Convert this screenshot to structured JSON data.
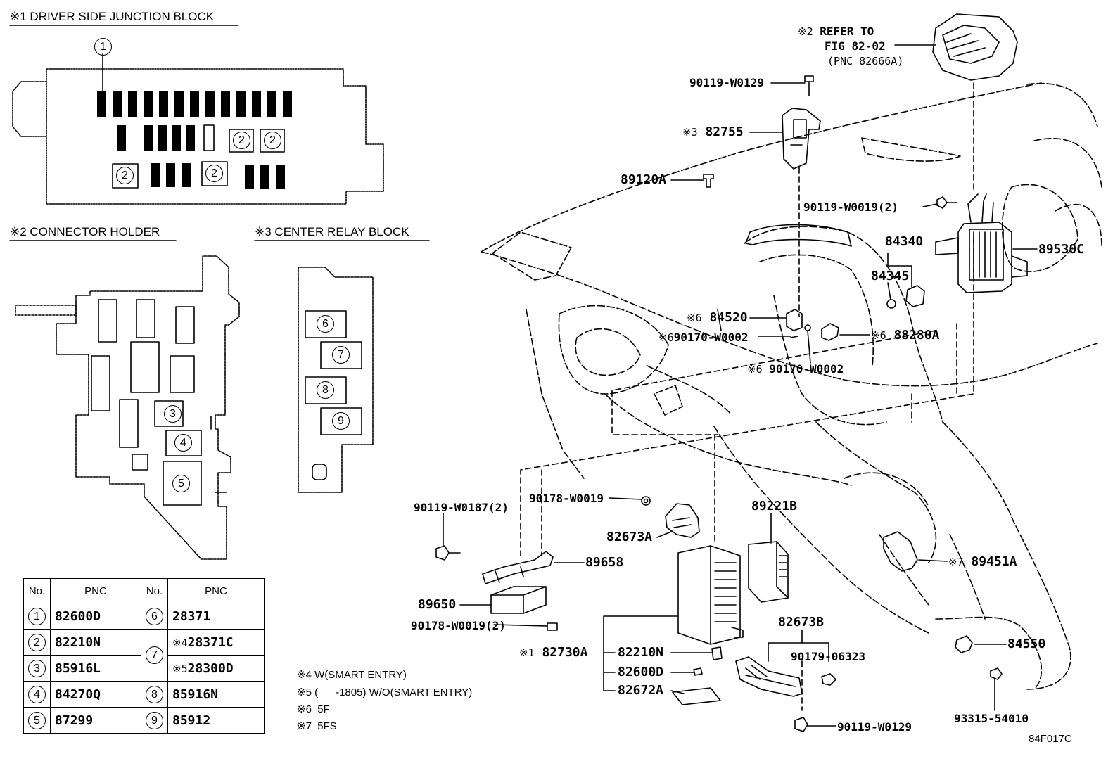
{
  "sections": {
    "junction_block": "※1 DRIVER SIDE JUNCTION BLOCK",
    "connector_holder": "※2 CONNECTOR HOLDER",
    "center_relay_block": "※3 CENTER RELAY BLOCK"
  },
  "callout_numbers": [
    "1",
    "2",
    "3",
    "4",
    "5",
    "6",
    "7",
    "8",
    "9"
  ],
  "refer": {
    "mark": "※2",
    "line1": "REFER TO",
    "line2": "FIG 82-02",
    "line3": "(PNC 82666A)"
  },
  "parts": {
    "p90119_w0129_top": "90119-W0129",
    "p82755": "82755",
    "p82755_mark": "※3",
    "p89120a": "89120A",
    "p90119_w0019_2": "90119-W0019(2)",
    "p84340": "84340",
    "p84345": "84345",
    "p89530c": "89530C",
    "p84520": "84520",
    "p84520_mark": "※6",
    "p90170_w0002_a": "90170-W0002",
    "p90170_w0002_a_mark": "※6",
    "p88280a": "88280A",
    "p88280a_mark": "※6",
    "p90170_w0002_b": "90170-W0002",
    "p90170_w0002_b_mark": "※6",
    "p90178_w0019": "90178-W0019",
    "p90119_w0187_2": "90119-W0187(2)",
    "p89221b": "89221B",
    "p82673a": "82673A",
    "p89658": "89658",
    "p89451a": "89451A",
    "p89451a_mark": "※7",
    "p89650": "89650",
    "p90178_w0019_2": "90178-W0019(2)",
    "p82673b": "82673B",
    "p84550": "84550",
    "p82730a": "82730A",
    "p82730a_mark": "※1",
    "p82210n": "82210N",
    "p90179_06323": "90179-06323",
    "p82600d": "82600D",
    "p82672a": "82672A",
    "p90119_w0129_bot": "90119-W0129",
    "p93315_54010": "93315-54010"
  },
  "table": {
    "headers": [
      "No.",
      "PNC",
      "No.",
      "PNC"
    ],
    "left_rows": [
      {
        "no": "1",
        "pnc": "82600D"
      },
      {
        "no": "2",
        "pnc": "82210N"
      },
      {
        "no": "3",
        "pnc": "85916L"
      },
      {
        "no": "4",
        "pnc": "84270Q"
      },
      {
        "no": "5",
        "pnc": "87299"
      }
    ],
    "right_rows": [
      {
        "no": "6",
        "mark": "",
        "pnc": "28371"
      },
      {
        "no": "7",
        "mark": "※4",
        "pnc": "28371C"
      },
      {
        "no": "",
        "mark": "※5",
        "pnc": "28300D"
      },
      {
        "no": "8",
        "mark": "",
        "pnc": "85916N"
      },
      {
        "no": "9",
        "mark": "",
        "pnc": "85912"
      }
    ]
  },
  "notes": [
    "※4 W(SMART ENTRY)",
    "※5 (      -1805) W/O(SMART ENTRY)",
    "※6  5F",
    "※7  5FS"
  ],
  "figure_code": "84F017C"
}
